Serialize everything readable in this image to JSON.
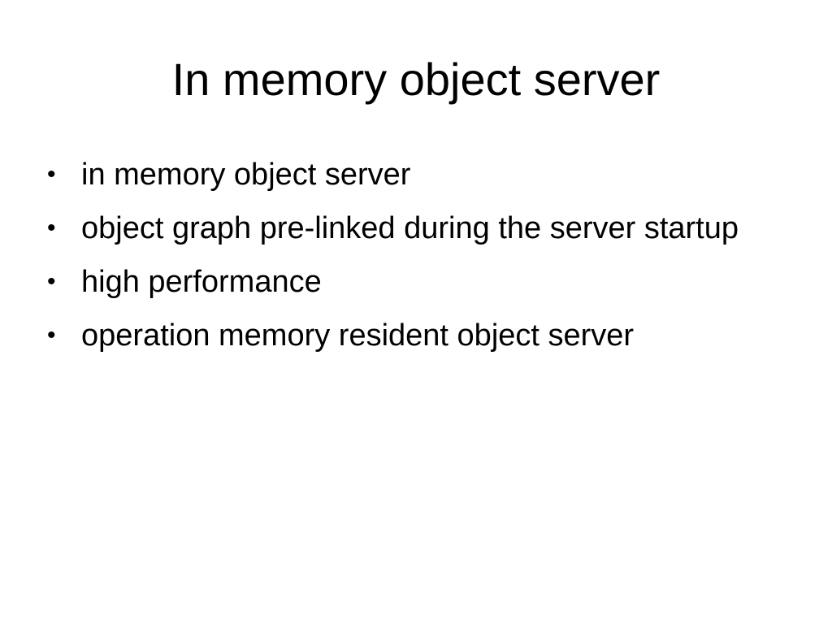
{
  "slide": {
    "title": "In memory object server",
    "bullet_symbol": "•",
    "bullets": [
      "in memory object server",
      "object graph pre-linked during the server startup",
      "high performance",
      "operation memory resident object server"
    ]
  }
}
